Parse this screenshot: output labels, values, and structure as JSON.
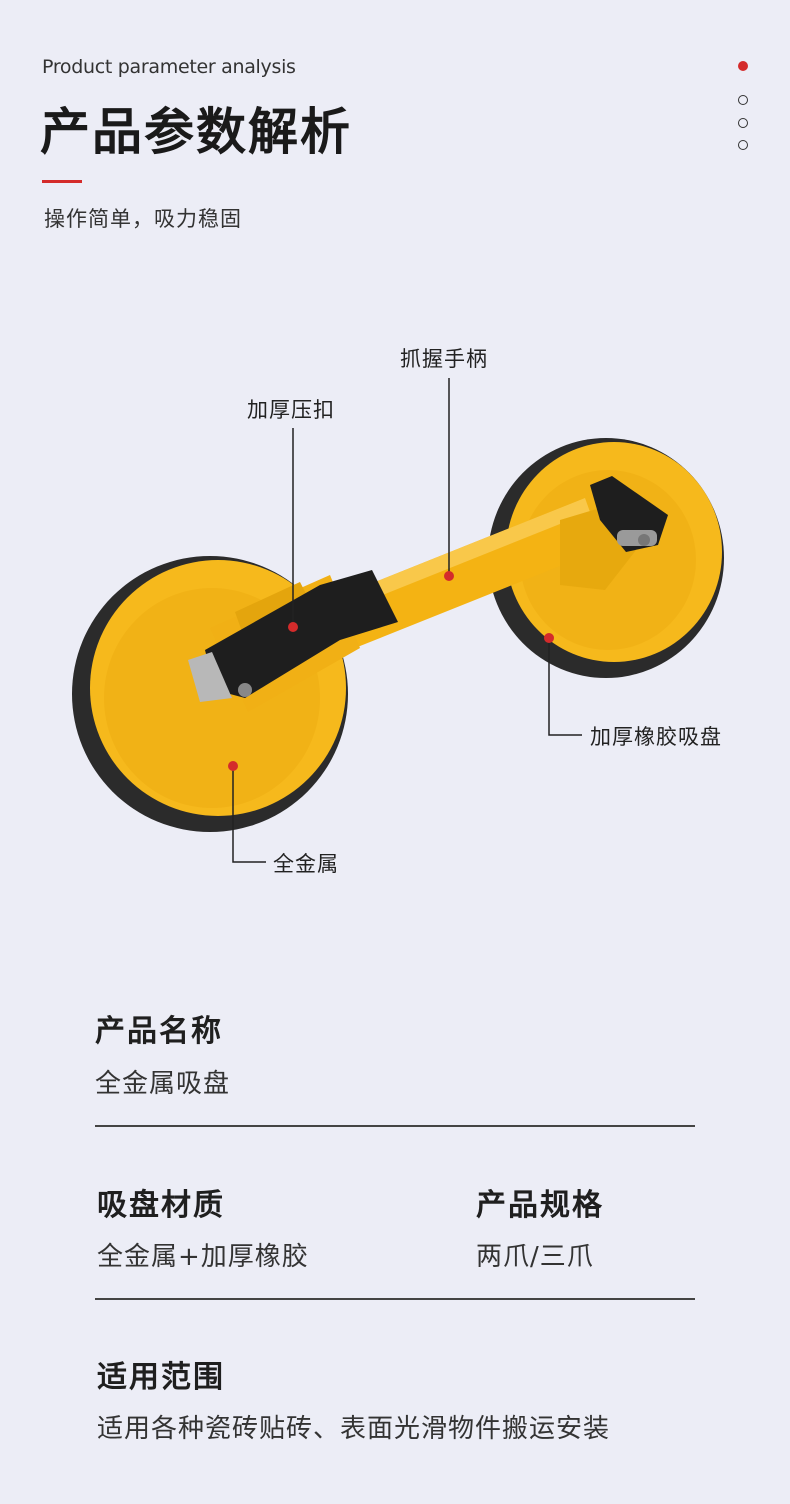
{
  "header": {
    "subtitle_en": "Product parameter analysis",
    "title": "产品参数解析",
    "tagline": "操作简单，吸力稳固"
  },
  "pager": {
    "count": 4,
    "active_index": 0
  },
  "colors": {
    "accent": "#d42b2b",
    "background": "#ecedf6",
    "body_yellow": "#f6b91c",
    "rubber": "#2a2a2a"
  },
  "callouts": {
    "grip_handle": "抓握手柄",
    "thick_buckle": "加厚压扣",
    "thick_rubber_cup": "加厚橡胶吸盘",
    "all_metal": "全金属"
  },
  "specs": {
    "name": {
      "label": "产品名称",
      "value": "全金属吸盘"
    },
    "material": {
      "label": "吸盘材质",
      "value": "全金属+加厚橡胶"
    },
    "spec": {
      "label": "产品规格",
      "value": "两爪/三爪"
    },
    "scope": {
      "label": "适用范围",
      "value": "适用各种瓷砖贴砖、表面光滑物件搬运安装"
    }
  }
}
